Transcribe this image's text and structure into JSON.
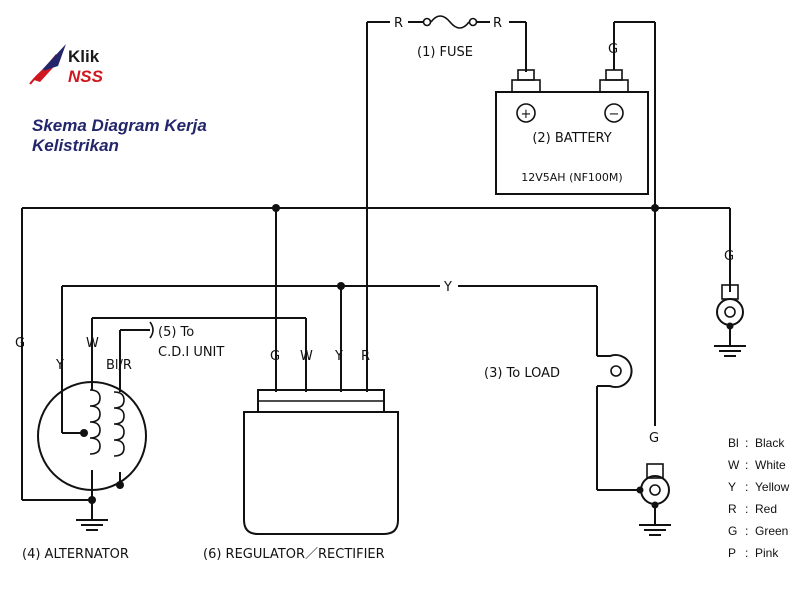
{
  "branding": {
    "logo_klik": "Klik",
    "logo_nss": "NSS",
    "title_line1": "Skema Diagram Kerja",
    "title_line2": "Kelistrikan",
    "accent_red": "#d0161f",
    "accent_navy": "#23266b"
  },
  "components": {
    "fuse": "(1) FUSE",
    "battery": "(2) BATTERY",
    "battery_spec": "12V5AH (NF100M)",
    "battery_plus": "+",
    "battery_minus": "−",
    "load": "(3) To LOAD",
    "alternator": "(4) ALTERNATOR",
    "cdi_line1": "(5) To",
    "cdi_line2": "C.D.I UNIT",
    "regulator": "(6) REGULATOR／RECTIFIER"
  },
  "wire_labels": {
    "fuse_left_r": "R",
    "fuse_right_r": "R",
    "battery_g": "G",
    "top_y": "Y",
    "lamp_g": "G",
    "right_lower_g": "G",
    "alt_g": "G",
    "alt_y": "Y",
    "alt_w": "W",
    "alt_blr": "Bl/R",
    "reg_g": "G",
    "reg_w": "W",
    "reg_y": "Y",
    "reg_r": "R"
  },
  "legend": [
    {
      "code": "Bl",
      "sep": ":",
      "name": "Black"
    },
    {
      "code": "W",
      "sep": ":",
      "name": "White"
    },
    {
      "code": "Y",
      "sep": ":",
      "name": "Yellow"
    },
    {
      "code": "R",
      "sep": ":",
      "name": "Red"
    },
    {
      "code": "G",
      "sep": ":",
      "name": "Green"
    },
    {
      "code": "P",
      "sep": ":",
      "name": "Pink"
    }
  ]
}
